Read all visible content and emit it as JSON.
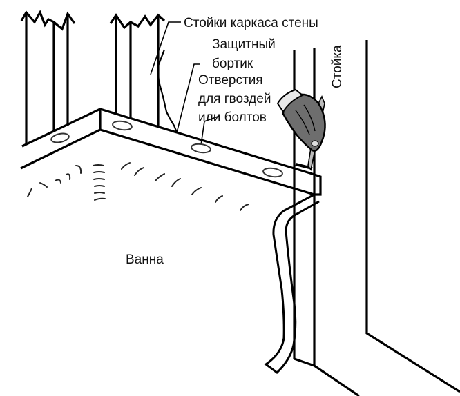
{
  "diagram": {
    "labels": {
      "wall_studs": "Стойки каркаса стены",
      "protective_lip_line1": "Защитный",
      "protective_lip_line2": "бортик",
      "holes_line1": "Отверстия",
      "holes_line2": "для гвоздей",
      "holes_line3": "или болтов",
      "stud": "Стойка",
      "bathtub": "Ванна"
    },
    "colors": {
      "line": "#000000",
      "background": "#ffffff",
      "hand": "#6e6e6e"
    }
  }
}
